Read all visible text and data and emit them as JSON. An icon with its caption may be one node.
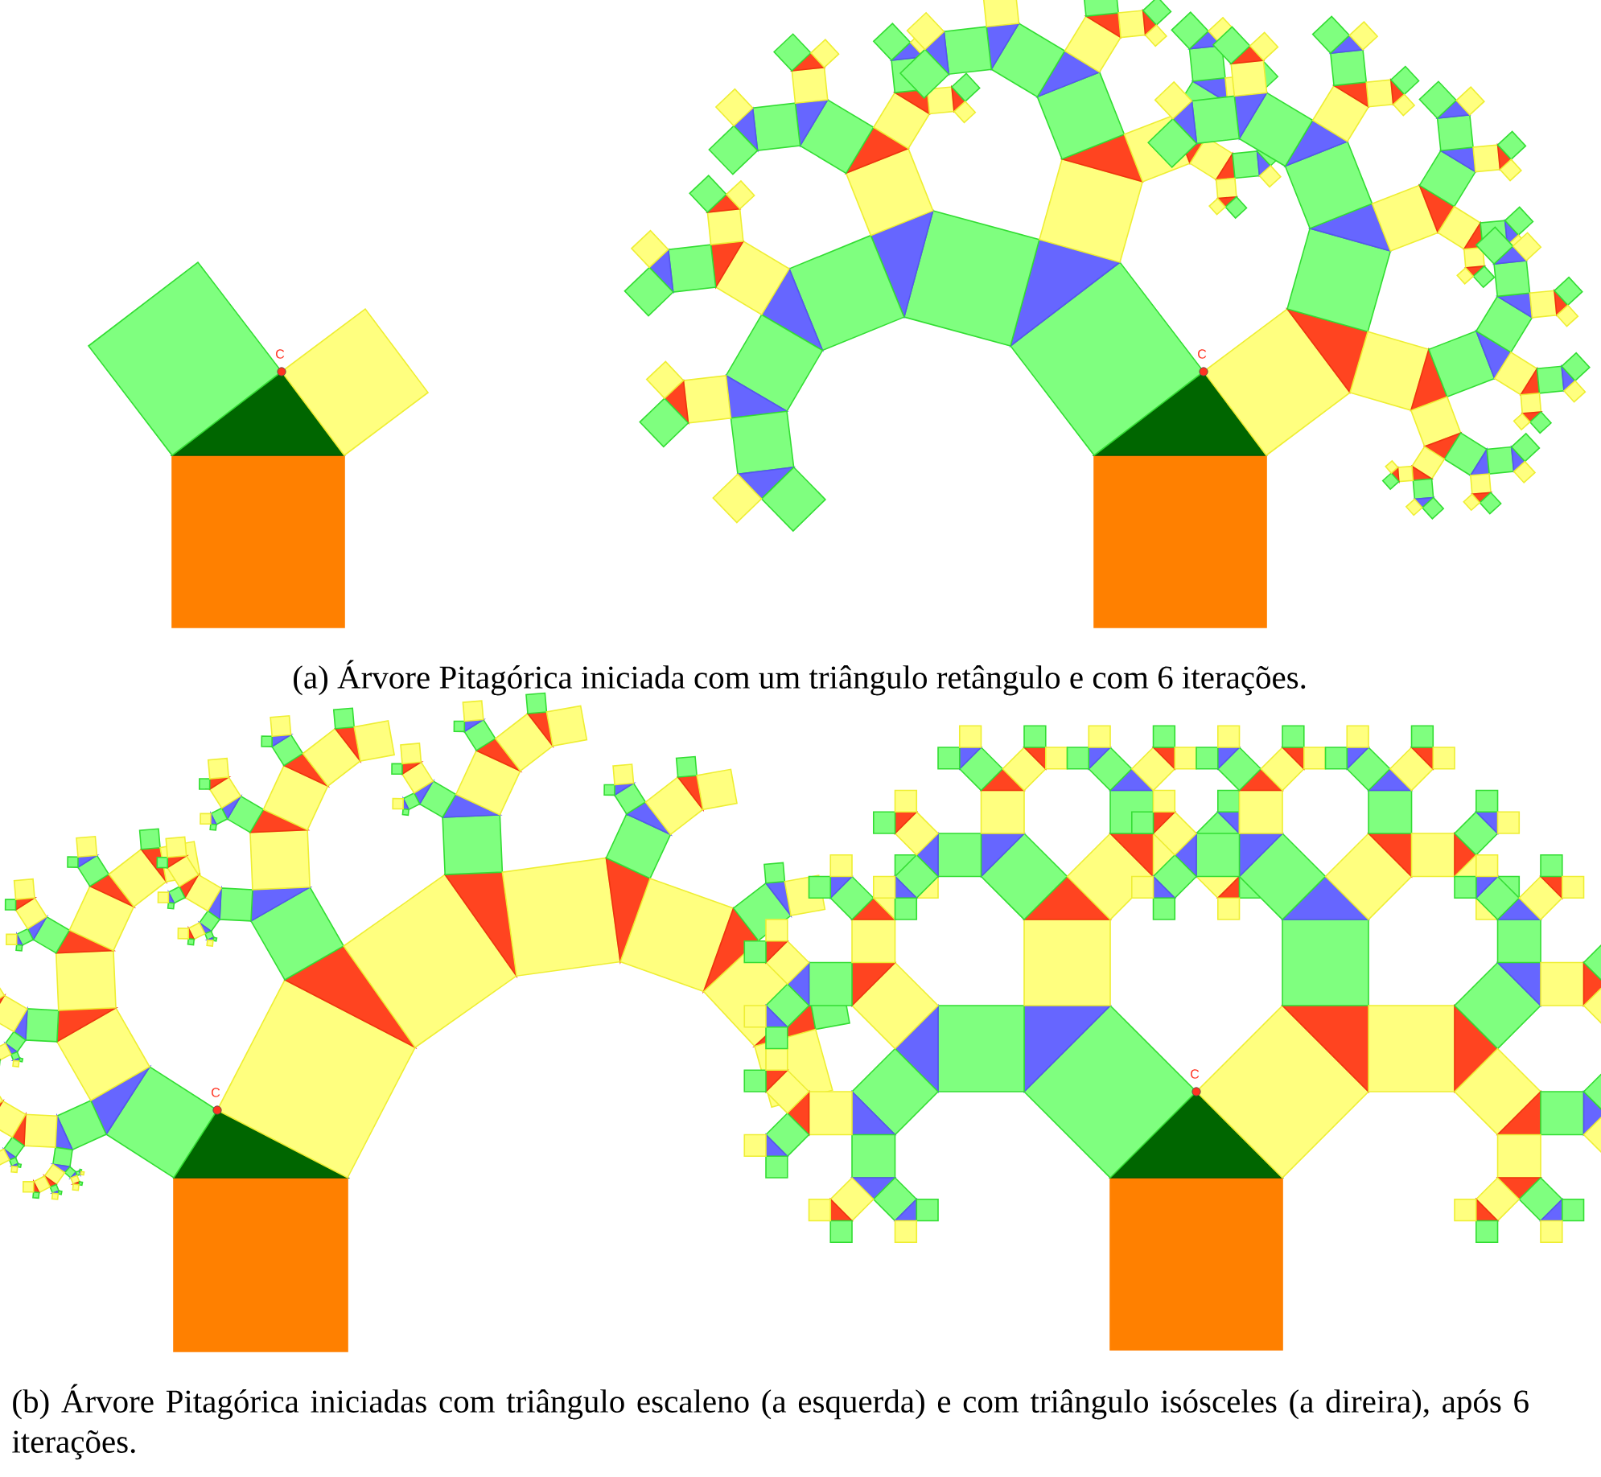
{
  "diagram": {
    "labels": [
      "C",
      "C",
      "(a) Árvore Pitagórica iniciada com um triângulo retângulo e com 6 iterações.",
      "C",
      "C",
      "(b) Árvore Pitagórica iniciadas com triângulo escaleno (a esquerda) e com triângulo isósceles (a direira), após 6 iterações."
    ]
  }
}
